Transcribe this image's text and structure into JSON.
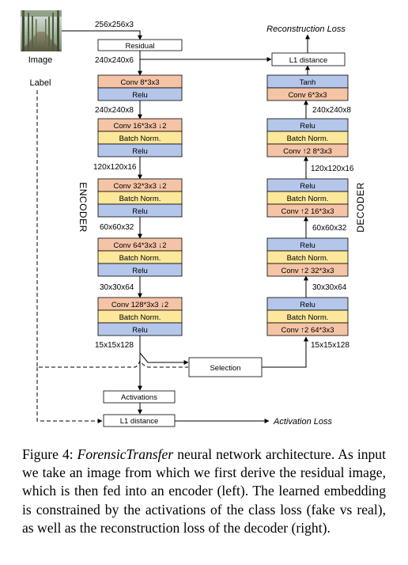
{
  "input": {
    "image_label": "Image",
    "label_label": "Label",
    "size_label": "256x256x3"
  },
  "residual": {
    "label": "Residual",
    "out_dim": "240x240x6"
  },
  "encoder": {
    "title": "ENCODER",
    "first_block": {
      "conv": "Conv 8*3x3",
      "relu": "Relu"
    },
    "blocks": [
      {
        "conv": "Conv 16*3x3 ↓2",
        "bn": "Batch Norm.",
        "relu": "Relu"
      },
      {
        "conv": "Conv 32*3x3 ↓2",
        "bn": "Batch Norm.",
        "relu": "Relu"
      },
      {
        "conv": "Conv 64*3x3 ↓2",
        "bn": "Batch Norm.",
        "relu": "Relu"
      },
      {
        "conv": "Conv 128*3x3 ↓2",
        "bn": "Batch Norm.",
        "relu": "Relu"
      }
    ],
    "dims": [
      "240x240x8",
      "120x120x16",
      "60x60x32",
      "30x30x64",
      "15x15x128"
    ]
  },
  "decoder": {
    "title": "DECODER",
    "top_block": {
      "tanh": "Tanh",
      "conv": "Conv 6*3x3"
    },
    "blocks": [
      {
        "relu": "Relu",
        "bn": "Batch Norm.",
        "conv": "Conv ↑2 8*3x3"
      },
      {
        "relu": "Relu",
        "bn": "Batch Norm.",
        "conv": "Conv ↑2 16*3x3"
      },
      {
        "relu": "Relu",
        "bn": "Batch Norm.",
        "conv": "Conv ↑2 32*3x3"
      },
      {
        "relu": "Relu",
        "bn": "Batch Norm.",
        "conv": "Conv ↑2 64*3x3"
      }
    ],
    "dims": [
      "240x240x8",
      "120x120x16",
      "60x60x32",
      "30x30x64",
      "15x15x128"
    ]
  },
  "l1_top": "L1 distance",
  "reconstruction_loss": "Reconstruction Loss",
  "selection": "Selection",
  "activations": "Activations",
  "l1_bottom": "L1 distance",
  "activation_loss": "Activation Loss",
  "caption": {
    "prefix": "Figure 4: ",
    "title": "ForensicTransfer",
    "body": " neural network architecture. As input we take an image from which we first derive the residual image, which is then fed into an encoder (left). The learned embedding is constrained by the activations of the class loss (fake vs real), as well as the reconstruction loss of the decoder (right)."
  },
  "colors": {
    "conv_orange": "#f5c4a6",
    "bn_yellow": "#fde79a",
    "relu_blue": "#b4c6ea",
    "tanh_blue": "#b4c6ea"
  }
}
